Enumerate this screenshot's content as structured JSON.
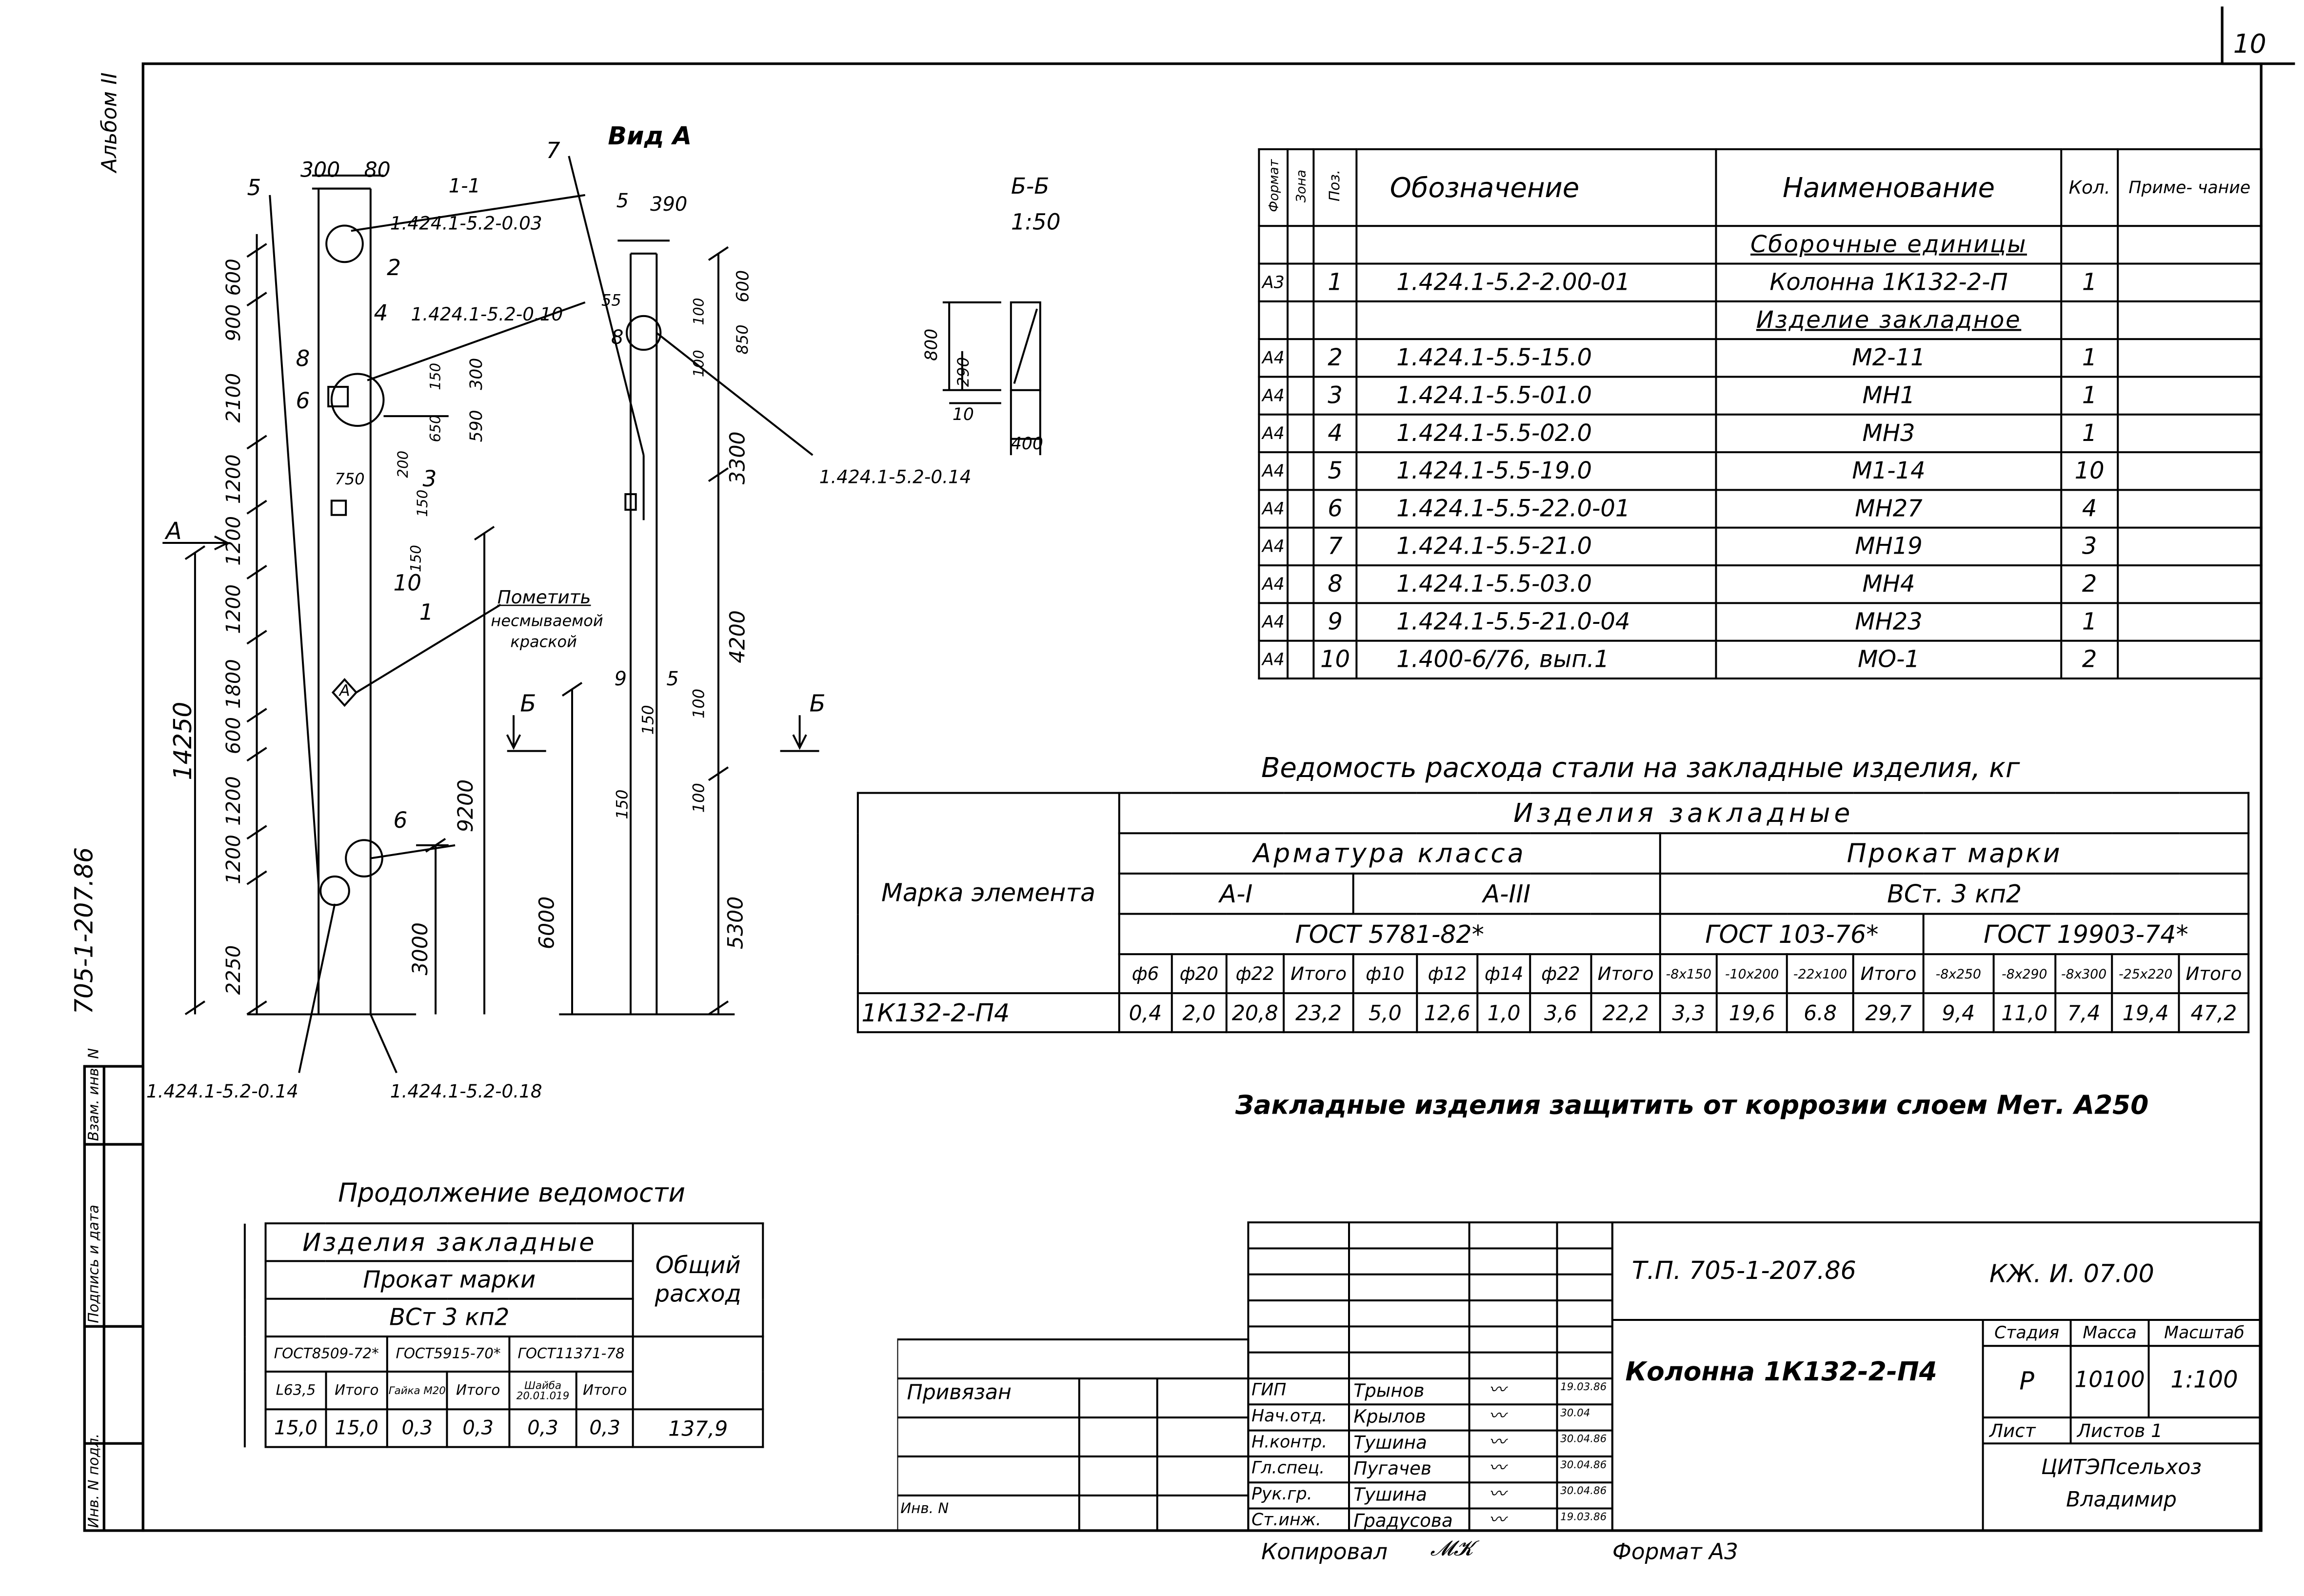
{
  "sheet_number": "10",
  "album": "Альбом II",
  "vertical_code": "705-1-207.86",
  "side_stamp": {
    "inv_podl": "Инв. N подл.",
    "podpis": "Подпись и дата",
    "vzam": "Взам. инв. N"
  },
  "drawing": {
    "section_1_1": "1-1",
    "ref_1_1": "1.424.1-5.2-0.03",
    "ref_0_10": "1.424.1-5.2-0.10",
    "ref_0_14a": "1.424.1-5.2-0.14",
    "ref_0_14b": "1.424.1-5.2-0.14",
    "ref_0_18": "1.424.1-5.2-0.18",
    "vid_a": "Вид А",
    "bb_title": "Б-Б",
    "bb_scale": "1:50",
    "note_pometit": "Пометить",
    "note_nesmyv": "несмываемой",
    "note_kraska": "краской",
    "pos": [
      "5",
      "2",
      "4",
      "8",
      "6",
      "3",
      "1",
      "10",
      "6",
      "7",
      "5",
      "8",
      "9",
      "5",
      "А",
      "А",
      "Б",
      "Б"
    ],
    "dims": {
      "d300": "300",
      "d80": "80",
      "d600": "600",
      "d900": "900",
      "d2100": "2100",
      "d1200a": "1200",
      "d1200b": "1200",
      "d1200c": "1200",
      "d1800": "1800",
      "d600b": "600",
      "d1200d": "1200",
      "d1200e": "1200",
      "d2250": "2250",
      "d14250": "14250",
      "d9200": "9200",
      "d3000": "3000",
      "d150a": "150",
      "d300b": "300",
      "d650": "650",
      "d590": "590",
      "d200": "200",
      "d750": "750",
      "d150b": "150",
      "d150c": "150",
      "d390": "390",
      "d55": "55",
      "d100a": "100",
      "d600c": "600",
      "d850": "850",
      "d100b": "100",
      "d3300": "3300",
      "d4200": "4200",
      "d150d": "150",
      "d100c": "100",
      "d150e": "150",
      "d100d": "100",
      "d6000": "6000",
      "d5300": "5300",
      "d800": "800",
      "d290": "290",
      "d10": "10",
      "d400": "400"
    }
  },
  "spec_table": {
    "headers": [
      "Формат",
      "Зона",
      "Поз.",
      "Обозначение",
      "Наименование",
      "Кол.",
      "Приме- чание"
    ],
    "rows": [
      {
        "fmt": "",
        "zone": "",
        "pos": "",
        "oboz": "",
        "name": "Сборочные единицы",
        "qty": "",
        "note": ""
      },
      {
        "fmt": "А3",
        "zone": "",
        "pos": "1",
        "oboz": "1.424.1-5.2-2.00-01",
        "name": "Колонна 1К132-2-П",
        "qty": "1",
        "note": ""
      },
      {
        "fmt": "",
        "zone": "",
        "pos": "",
        "oboz": "",
        "name": "Изделие закладное",
        "qty": "",
        "note": ""
      },
      {
        "fmt": "А4",
        "zone": "",
        "pos": "2",
        "oboz": "1.424.1-5.5-15.0",
        "name": "М2-11",
        "qty": "1",
        "note": ""
      },
      {
        "fmt": "А4",
        "zone": "",
        "pos": "3",
        "oboz": "1.424.1-5.5-01.0",
        "name": "МН1",
        "qty": "1",
        "note": ""
      },
      {
        "fmt": "А4",
        "zone": "",
        "pos": "4",
        "oboz": "1.424.1-5.5-02.0",
        "name": "МН3",
        "qty": "1",
        "note": ""
      },
      {
        "fmt": "А4",
        "zone": "",
        "pos": "5",
        "oboz": "1.424.1-5.5-19.0",
        "name": "М1-14",
        "qty": "10",
        "note": ""
      },
      {
        "fmt": "А4",
        "zone": "",
        "pos": "6",
        "oboz": "1.424.1-5.5-22.0-01",
        "name": "МН27",
        "qty": "4",
        "note": ""
      },
      {
        "fmt": "А4",
        "zone": "",
        "pos": "7",
        "oboz": "1.424.1-5.5-21.0",
        "name": "МН19",
        "qty": "3",
        "note": ""
      },
      {
        "fmt": "А4",
        "zone": "",
        "pos": "8",
        "oboz": "1.424.1-5.5-03.0",
        "name": "МН4",
        "qty": "2",
        "note": ""
      },
      {
        "fmt": "А4",
        "zone": "",
        "pos": "9",
        "oboz": "1.424.1-5.5-21.0-04",
        "name": "МН23",
        "qty": "1",
        "note": ""
      },
      {
        "fmt": "А4",
        "zone": "",
        "pos": "10",
        "oboz": "1.400-6/76, вып.1",
        "name": "МО-1",
        "qty": "2",
        "note": ""
      }
    ]
  },
  "steel": {
    "title": "Ведомость расхода стали на закладные изделия, кг",
    "marka": "Марка элемента",
    "izd": "Изделия закладные",
    "armatura": "Арматура класса",
    "prokat": "Прокат марки",
    "a1": "А-I",
    "a3": "А-III",
    "vst": "ВСт. 3 кп2",
    "gost1": "ГОСТ 5781-82*",
    "gost2": "ГОСТ 103-76*",
    "gost3": "ГОСТ 19903-74*",
    "cols": [
      "ф6",
      "ф20",
      "ф22",
      "Итого",
      "ф10",
      "ф12",
      "ф14",
      "ф22",
      "Итого",
      "-8х150",
      "-10х200",
      "-22х100",
      "Итого",
      "-8х250",
      "-8х290",
      "-8х300",
      "-25х220",
      "Итого"
    ],
    "element": "1К132-2-П4",
    "values": [
      "0,4",
      "2,0",
      "20,8",
      "23,2",
      "5,0",
      "12,6",
      "1,0",
      "3,6",
      "22,2",
      "3,3",
      "19,6",
      "6.8",
      "29,7",
      "9,4",
      "11,0",
      "7,4",
      "19,4",
      "47,2"
    ]
  },
  "note_corrosion": "Закладные изделия защитить от коррозии слоем Мет. А250",
  "cont": {
    "title": "Продолжение ведомости",
    "izd": "Изделия закладные",
    "prokat": "Прокат марки",
    "vst": "ВСт 3 кп2",
    "g1": "ГОСТ8509-72*",
    "g2": "ГОСТ5915-70*",
    "g3": "ГОСТ11371-78",
    "sub": [
      "L63,5",
      "Итого",
      "Гайка М20",
      "Итого",
      "Шайба 20.01.019",
      "Итого"
    ],
    "vals": [
      "15,0",
      "15,0",
      "0,3",
      "0,3",
      "0,3",
      "0,3"
    ],
    "total_hdr": "Общий расход",
    "total": "137,9"
  },
  "privyazan": "Привязан",
  "inv_no": "Инв. N",
  "title_block": {
    "tp": "Т.П. 705-1-207.86",
    "code": "КЖ. И. 07.00",
    "title": "Колонна 1К132-2-П4",
    "stadia_h": "Стадия",
    "massa_h": "Масса",
    "masshtab_h": "Масштаб",
    "stadia": "Р",
    "massa": "10100",
    "masshtab": "1:100",
    "list_h": "Лист",
    "listov_h": "Листов 1",
    "org1": "ЦИТЭПсельхоз",
    "org2": "Владимир",
    "roles": [
      "ГИП",
      "Нач.отд.",
      "Н.контр.",
      "Гл.спец.",
      "Рук.гр.",
      "Ст.инж."
    ],
    "names": [
      "Трынов",
      "Крылов",
      "Тушина",
      "Пугачев",
      "Тушина",
      "Градусова"
    ],
    "dates": [
      "19.03.86",
      "30.04",
      "30.04.86",
      "30.04.86",
      "30.04.86",
      "19.03.86"
    ]
  },
  "footer_copy": "Копировал",
  "footer_format": "Формат А3"
}
